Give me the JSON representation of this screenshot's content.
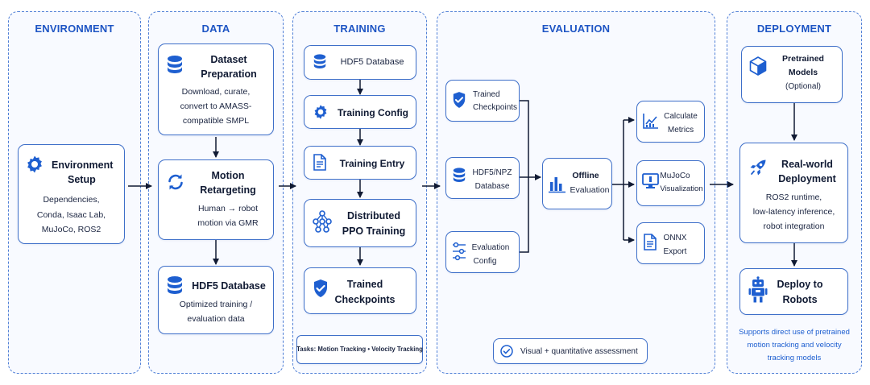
{
  "sections": {
    "environment": "ENVIRONMENT",
    "data": "DATA",
    "training": "TRAINING",
    "evaluation": "EVALUATION",
    "deployment": "DEPLOYMENT"
  },
  "environment": {
    "setup": {
      "title_line1": "Environment",
      "title_line2": "Setup",
      "desc_line1": "Dependencies,",
      "desc_line2": "Conda, Isaac Lab,",
      "desc_line3": "MuJoCo, ROS2"
    }
  },
  "data": {
    "prep": {
      "title_line1": "Dataset",
      "title_line2": "Preparation",
      "desc_line1": "Download, curate,",
      "desc_line2": "convert to AMASS-",
      "desc_line3": "compatible SMPL"
    },
    "retarget": {
      "title_line1": "Motion",
      "title_line2": "Retargeting",
      "desc_line1": "Human → robot",
      "desc_line2": "motion via GMR"
    },
    "hdf5": {
      "title": "HDF5 Database",
      "desc_line1": "Optimized training /",
      "desc_line2": "evaluation data"
    }
  },
  "training": {
    "hdf5": "HDF5 Database",
    "config": "Training Config",
    "entry": "Training Entry",
    "ppo_line1": "Distributed",
    "ppo_line2": "PPO Training",
    "ckpt_line1": "Trained",
    "ckpt_line2": "Checkpoints",
    "tasks": "Tasks: Motion Tracking • Velocity Tracking"
  },
  "evaluation": {
    "ckpt_line1": "Trained",
    "ckpt_line2": "Checkpoints",
    "db_line1": "HDF5/NPZ",
    "db_line2": "Database",
    "cfg_line1": "Evaluation",
    "cfg_line2": "Config",
    "offline_line1": "Offline",
    "offline_line2": "Evaluation",
    "metrics_line1": "Calculate",
    "metrics_line2": "Metrics",
    "viz_line1": "MuJoCo",
    "viz_line2": "Visualization",
    "onnx_line1": "ONNX",
    "onnx_line2": "Export",
    "assessment": "Visual + quantitative assessment"
  },
  "deployment": {
    "pretrained_line1": "Pretrained",
    "pretrained_line2": "Models",
    "pretrained_line3": "(Optional)",
    "realworld_line1": "Real-world",
    "realworld_line2": "Deployment",
    "realworld_desc1": "ROS2 runtime,",
    "realworld_desc2": "low-latency inference,",
    "realworld_desc3": "robot integration",
    "deploy_line1": "Deploy to",
    "deploy_line2": "Robots",
    "note_line1": "Supports direct use of pretrained",
    "note_line2": "motion tracking and velocity",
    "note_line3": "tracking models"
  },
  "colors": {
    "accent": "#1e5fd0",
    "border": "#3e6fc9",
    "section_border": "#4f7fd6",
    "text": "#101a33"
  },
  "icons": [
    "gear-icon",
    "database-icon",
    "sync-icon",
    "document-icon",
    "network-icon",
    "shield-check-icon",
    "bar-chart-icon",
    "line-chart-icon",
    "monitor-icon",
    "file-icon",
    "cube-icon",
    "rocket-icon",
    "robot-icon",
    "sliders-icon",
    "check-circle-icon"
  ]
}
